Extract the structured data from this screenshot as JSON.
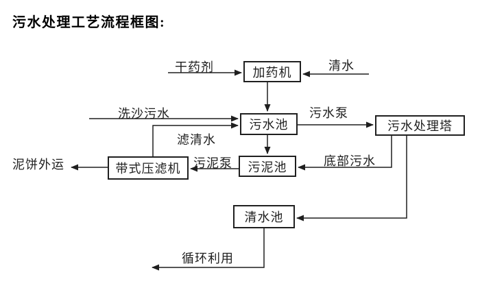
{
  "title": "污水处理工艺流程框图:",
  "colors": {
    "background": "#ffffff",
    "ink": "#1f1f1f"
  },
  "nodes": [
    {
      "id": "dosing-machine",
      "label": "加药机"
    },
    {
      "id": "sewage-pool",
      "label": "污水池"
    },
    {
      "id": "sewage-treatment-tower",
      "label": "污水处理塔"
    },
    {
      "id": "sludge-pool",
      "label": "污泥池"
    },
    {
      "id": "belt-filter-press",
      "label": "带式压滤机"
    },
    {
      "id": "clean-water-pool",
      "label": "清水池"
    }
  ],
  "edge_labels": [
    {
      "id": "dry-agent",
      "label": "干药剂"
    },
    {
      "id": "clean-water",
      "label": "清水"
    },
    {
      "id": "sand-washing-sewage",
      "label": "洗沙污水"
    },
    {
      "id": "sewage-pump",
      "label": "污水泵"
    },
    {
      "id": "filtered-clean-water",
      "label": "滤清水"
    },
    {
      "id": "sludge-pump",
      "label": "污泥泵"
    },
    {
      "id": "bottom-sewage",
      "label": "底部污水"
    },
    {
      "id": "mud-cake-transport",
      "label": "泥饼外运"
    },
    {
      "id": "recycling",
      "label": "循环利用"
    }
  ],
  "flows": [
    {
      "from": "干药剂",
      "to": "加药机"
    },
    {
      "from": "清水",
      "to": "加药机"
    },
    {
      "from": "加药机",
      "to": "污水池"
    },
    {
      "from": "洗沙污水",
      "to": "污水池"
    },
    {
      "from": "带式压滤机",
      "to": "污水池",
      "via": "滤清水"
    },
    {
      "from": "污水池",
      "to": "污水处理塔",
      "via": "污水泵"
    },
    {
      "from": "污水池",
      "to": "污泥池"
    },
    {
      "from": "污水处理塔",
      "to": "污泥池",
      "via": "底部污水"
    },
    {
      "from": "污水处理塔",
      "to": "清水池"
    },
    {
      "from": "污泥池",
      "to": "带式压滤机",
      "via": "污泥泵"
    },
    {
      "from": "带式压滤机",
      "to": "泥饼外运"
    },
    {
      "from": "清水池",
      "to": "循环利用"
    }
  ]
}
